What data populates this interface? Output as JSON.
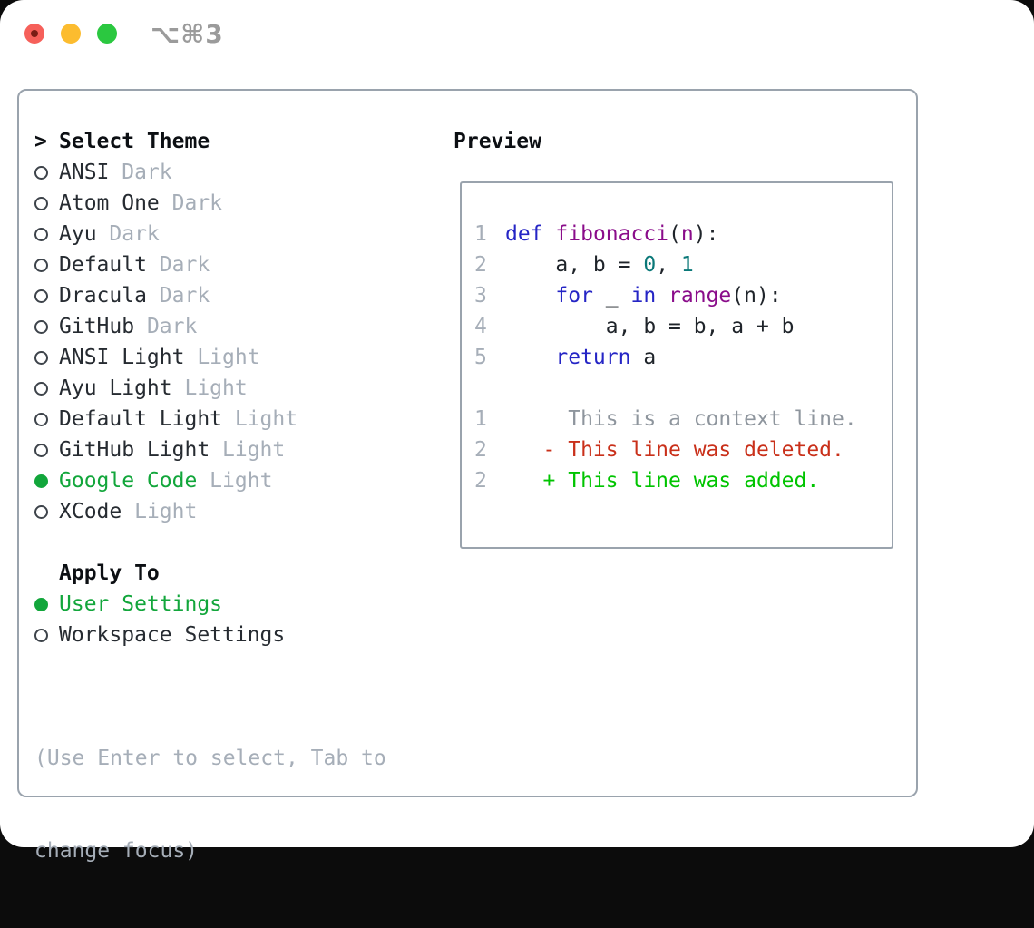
{
  "window": {
    "title": "⌥⌘3",
    "buttons": [
      {
        "name": "close"
      },
      {
        "name": "minimize"
      },
      {
        "name": "zoom"
      }
    ]
  },
  "theme_selector": {
    "prompt": ">",
    "header": "Select Theme",
    "items": [
      {
        "name": "ANSI",
        "variant": "Dark",
        "selected": false
      },
      {
        "name": "Atom One",
        "variant": "Dark",
        "selected": false
      },
      {
        "name": "Ayu",
        "variant": "Dark",
        "selected": false
      },
      {
        "name": "Default",
        "variant": "Dark",
        "selected": false
      },
      {
        "name": "Dracula",
        "variant": "Dark",
        "selected": false
      },
      {
        "name": "GitHub",
        "variant": "Dark",
        "selected": false
      },
      {
        "name": "ANSI Light",
        "variant": "Light",
        "selected": false
      },
      {
        "name": "Ayu Light",
        "variant": "Light",
        "selected": false
      },
      {
        "name": "Default Light",
        "variant": "Light",
        "selected": false
      },
      {
        "name": "GitHub Light",
        "variant": "Light",
        "selected": false
      },
      {
        "name": "Google Code",
        "variant": "Light",
        "selected": true
      },
      {
        "name": "XCode",
        "variant": "Light",
        "selected": false
      }
    ]
  },
  "apply_to": {
    "header": "Apply To",
    "options": [
      {
        "label": "User Settings",
        "selected": true
      },
      {
        "label": "Workspace Settings",
        "selected": false
      }
    ]
  },
  "help": {
    "line1": "(Use Enter to select, Tab to",
    "line2": "change focus)"
  },
  "preview": {
    "header": "Preview",
    "code_lines": [
      {
        "num": "1",
        "tokens": [
          {
            "t": "def",
            "c": "kw"
          },
          {
            "t": " ",
            "c": "plain"
          },
          {
            "t": "fibonacci",
            "c": "fn"
          },
          {
            "t": "(",
            "c": "plain"
          },
          {
            "t": "n",
            "c": "fn"
          },
          {
            "t": "):",
            "c": "plain"
          }
        ]
      },
      {
        "num": "2",
        "tokens": [
          {
            "t": "    a, b = ",
            "c": "plain"
          },
          {
            "t": "0",
            "c": "lit"
          },
          {
            "t": ", ",
            "c": "plain"
          },
          {
            "t": "1",
            "c": "lit"
          }
        ]
      },
      {
        "num": "3",
        "tokens": [
          {
            "t": "    ",
            "c": "plain"
          },
          {
            "t": "for",
            "c": "kw"
          },
          {
            "t": " _ ",
            "c": "plain"
          },
          {
            "t": "in",
            "c": "kw"
          },
          {
            "t": " ",
            "c": "plain"
          },
          {
            "t": "range",
            "c": "fn"
          },
          {
            "t": "(n):",
            "c": "plain"
          }
        ]
      },
      {
        "num": "4",
        "tokens": [
          {
            "t": "        a, b = b, a + b",
            "c": "plain"
          }
        ]
      },
      {
        "num": "5",
        "tokens": [
          {
            "t": "    ",
            "c": "plain"
          },
          {
            "t": "return",
            "c": "kw"
          },
          {
            "t": " a",
            "c": "plain"
          }
        ]
      }
    ],
    "diff_lines": [
      {
        "num": "1",
        "kind": "ctx",
        "text": "     This is a context line."
      },
      {
        "num": "2",
        "kind": "del",
        "text": "   - This line was deleted."
      },
      {
        "num": "2",
        "kind": "add",
        "text": "   + This line was added."
      }
    ]
  },
  "colors": {
    "accent_green": "#12a63b",
    "diff_added": "#00c400",
    "diff_deleted": "#c9301a",
    "diff_context": "#8e959d",
    "syntax_keyword": "#2525c5",
    "syntax_title": "#8a0c8a",
    "syntax_literal": "#0a7878",
    "muted_text": "#a6aeb8",
    "border_gray": "#9aa3ad"
  }
}
